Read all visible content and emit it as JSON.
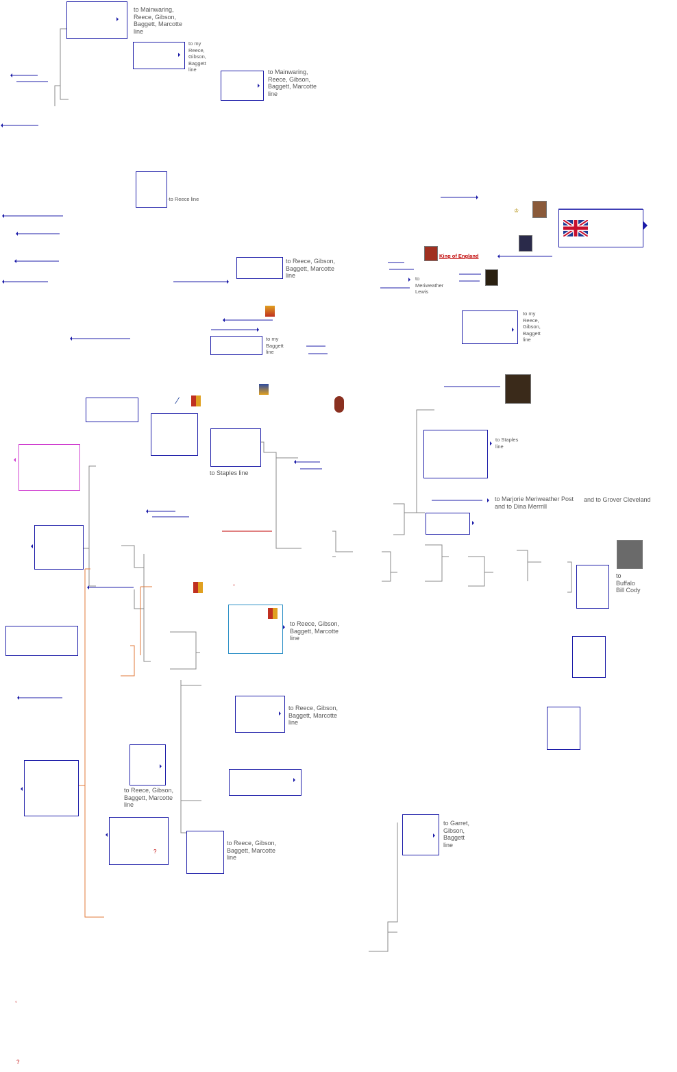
{
  "links": {
    "mainwaring_1": "to Mainwaring,\nReece, Gibson,\nBaggett, Marcotte\nline",
    "my_reece_1": "to  my\nReece,\nGibson,\nBaggett\nline",
    "mainwaring_2": "to Mainwaring,\nReece, Gibson,\nBaggett, Marcotte\nline",
    "reece_line": "to Reece line",
    "reece_gibson_1": "to Reece, Gibson,\nBaggett, Marcotte\nline",
    "my_baggett": "to my\nBaggett\nline",
    "meriweather_lewis": "to\nMeriweather\nLewis",
    "my_reece_2": "to  my\nReece,\nGibson,\nBaggett\nline",
    "staples_line_1": "to Staples line",
    "staples_line_2": "to Staples\nline",
    "marjorie": "to  Marjorie Meriweather Post\nand to Dina Merrrill",
    "grover": "and to Grover Cleveland",
    "buffalo_bill": "to\nBuffalo\nBill Cody",
    "reece_gibson_2": "to Reece, Gibson,\nBaggett, Marcotte\nline",
    "reece_gibson_3": "to Reece, Gibson,\nBaggett, Marcotte\nline",
    "reece_gibson_4": "to Reece, Gibson,\nBaggett, Marcotte\nline",
    "reece_gibson_5": "to Reece, Gibson,\nBaggett, Marcotte\nline",
    "garret_gibson": "to Garret,\nGibson,\nBaggett\nline"
  },
  "labels": {
    "king_of_england": "King of England",
    "question_1": "?",
    "question_2": "?"
  },
  "icons": {
    "flag": "union-jack-flag",
    "portraits": "portrait-icon",
    "crests": "coat-of-arms-icon"
  },
  "colors": {
    "box_border": "#1c1ca8",
    "connector": "#888888",
    "connector_orange": "#e07a3a",
    "highlight_pink": "#d040d0",
    "highlight_teal": "#2b8fc6",
    "king_label": "#c00000"
  }
}
